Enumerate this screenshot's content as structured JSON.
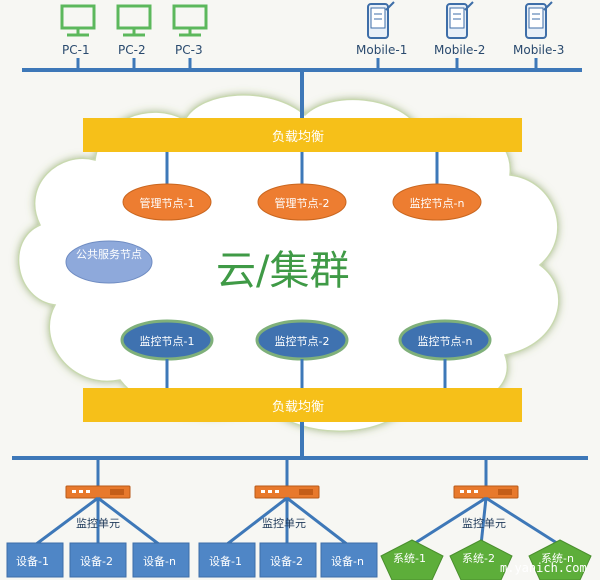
{
  "colors": {
    "bus": "#3e78b8",
    "balancer": "#f6c019",
    "manage_node": "#ed7d31",
    "monitor_node": "#3f72b0",
    "public_node": "#8ea9db",
    "device_box": "#4f86c6",
    "system_shape": "#5dae3a",
    "cloud_fill": "#ffffff",
    "cloud_title": "#3f9a46",
    "icon": "#5cb85c"
  },
  "clients": {
    "pcs": [
      {
        "label": "PC-1",
        "icon": "desktop-computer-icon"
      },
      {
        "label": "PC-2",
        "icon": "desktop-computer-icon"
      },
      {
        "label": "PC-3",
        "icon": "desktop-computer-icon"
      }
    ],
    "mobiles": [
      {
        "label": "Mobile-1",
        "icon": "mobile-phone-icon"
      },
      {
        "label": "Mobile-2",
        "icon": "mobile-phone-icon"
      },
      {
        "label": "Mobile-3",
        "icon": "mobile-phone-icon"
      }
    ]
  },
  "cloud": {
    "title": "云/集群",
    "top_balancer": "负载均衡",
    "bottom_balancer": "负载均衡",
    "upper_nodes": [
      {
        "label": "管理节点-1",
        "kind": "manage"
      },
      {
        "label": "管理节点-2",
        "kind": "manage"
      },
      {
        "label": "监控节点-n",
        "kind": "manage"
      }
    ],
    "public_node": "公共服务节点",
    "lower_nodes": [
      {
        "label": "监控节点-1"
      },
      {
        "label": "监控节点-2"
      },
      {
        "label": "监控节点-n"
      }
    ]
  },
  "units": [
    {
      "label": "监控单元",
      "icon": "network-switch-icon",
      "children": [
        "设备-1",
        "设备-2",
        "设备-n"
      ],
      "child_shape": "box"
    },
    {
      "label": "监控单元",
      "icon": "network-switch-icon",
      "children": [
        "设备-1",
        "设备-2",
        "设备-n"
      ],
      "child_shape": "box"
    },
    {
      "label": "监控单元",
      "icon": "network-switch-icon",
      "children": [
        "系统-1",
        "系统-2",
        "系统-n"
      ],
      "child_shape": "pentagon"
    }
  ],
  "watermark": "m.yahich.com"
}
